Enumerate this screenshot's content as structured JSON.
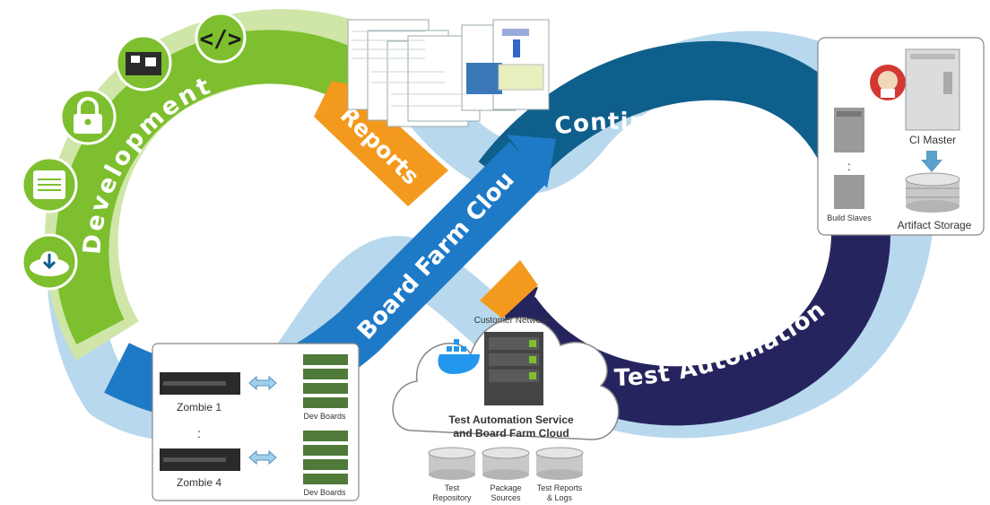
{
  "stages": {
    "development": "Development",
    "reports": "Reports",
    "board_farm_cloud": "Board Farm Cloud",
    "continuous_integration": "Continuous Integration",
    "test_automation": "Test Automation"
  },
  "ci_box": {
    "master": "CI Master",
    "build_slaves": "Build Slaves",
    "artifact_storage": "Artifact Storage",
    "dots": ":"
  },
  "board_box": {
    "zombie1": "Zombie 1",
    "zombie4": "Zombie 4",
    "dev_boards_1": "Dev Boards",
    "dev_boards_2": "Dev Boards",
    "dots": ":"
  },
  "service_cloud": {
    "customer_network": "Customer Network",
    "service_line1": "Test Automation Service",
    "service_line2": "and Board Farm Cloud"
  },
  "databases": [
    {
      "line1": "Test",
      "line2": "Repository"
    },
    {
      "line1": "Package",
      "line2": "Sources"
    },
    {
      "line1": "Test Reports",
      "line2": "& Logs"
    }
  ],
  "icons": [
    "code-icon",
    "board-icon",
    "lock-icon",
    "database-icon",
    "cloud-download-icon"
  ],
  "colors": {
    "development": "#7dbf2e",
    "development_light": "#cfe6a8",
    "reports": "#f39a1e",
    "board_farm": "#1e7ac6",
    "ci": "#0f5f8c",
    "test_automation": "#25245e",
    "loop_light": "#b8d8ee"
  }
}
